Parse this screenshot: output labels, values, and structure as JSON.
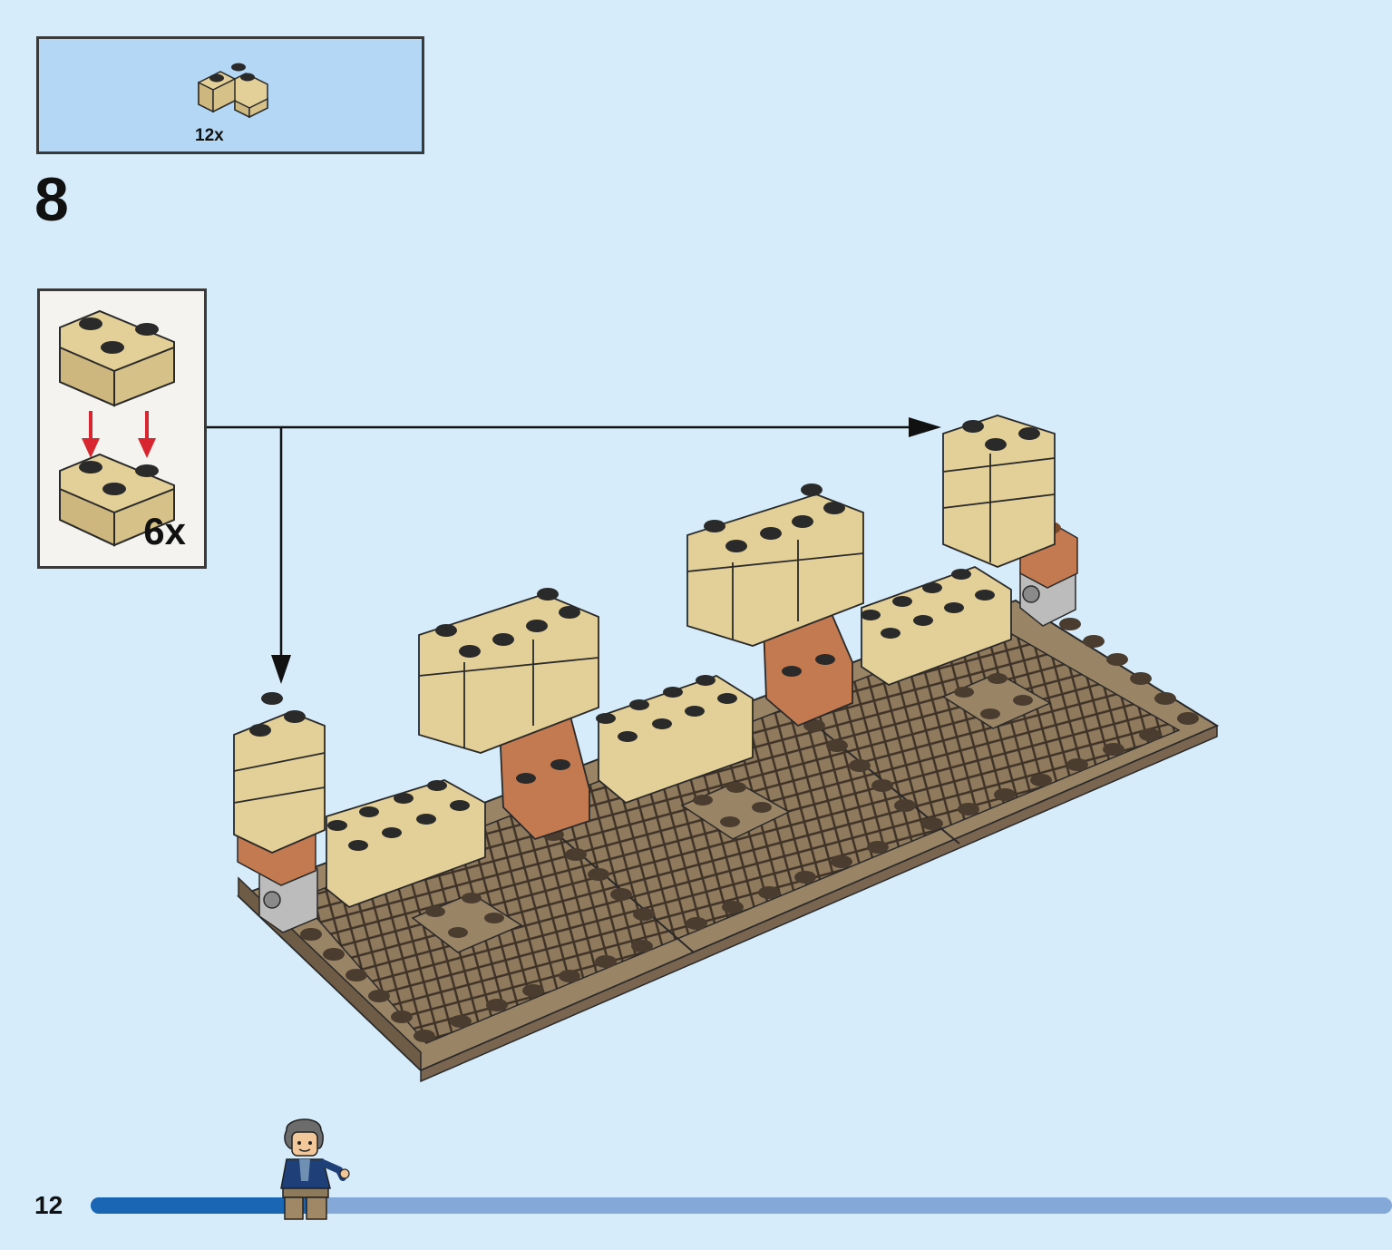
{
  "parts_list": {
    "count_label": "12x"
  },
  "step": {
    "number": "8"
  },
  "sub_assembly": {
    "count_label": "6x"
  },
  "footer": {
    "page_number": "12",
    "progress": 0.17
  },
  "colors": {
    "background": "#d6ecfb",
    "parts_box": "#b3d7f5",
    "tan_brick": "#e3cf98",
    "dark_tan_plate": "#8a7358",
    "reddish_brown": "#c47a50",
    "light_gray": "#bcbcbc",
    "arrow_red": "#d7262f",
    "progress_done": "#1a66b5",
    "progress_remaining": "#84a9d8"
  }
}
